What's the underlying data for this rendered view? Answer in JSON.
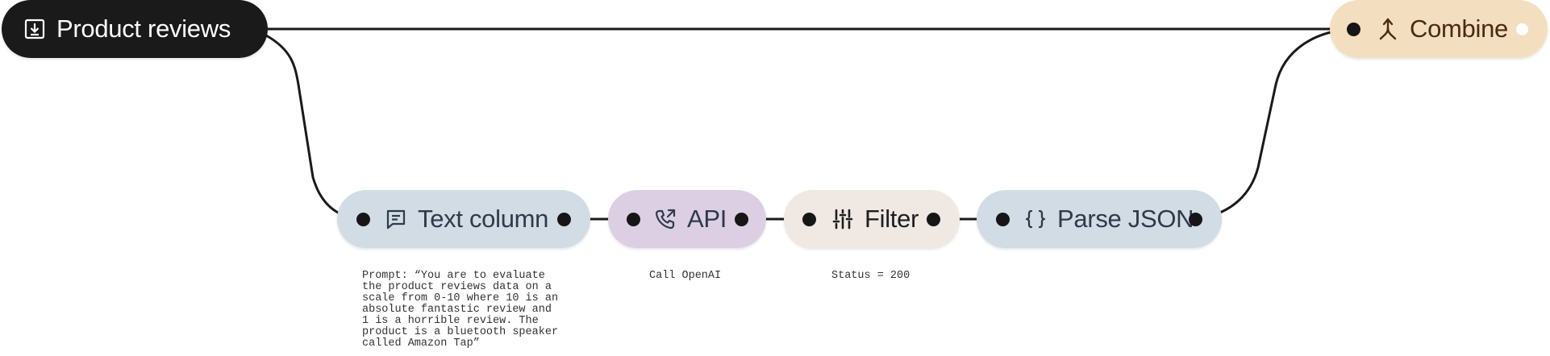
{
  "nodes": {
    "product_reviews": {
      "label": "Product reviews",
      "icon": "download-icon"
    },
    "combine": {
      "label": "Combine",
      "icon": "merge-icon"
    },
    "text_column": {
      "label": "Text column",
      "icon": "message-square-icon",
      "note": "Prompt: “You are to evaluate\nthe product reviews data on a\nscale from 0-10 where 10 is an\nabsolute fantastic review and\n1 is a horrible review. The\nproduct is a bluetooth speaker\ncalled Amazon Tap”"
    },
    "api": {
      "label": "API",
      "icon": "phone-outgoing-icon",
      "note": "Call OpenAI"
    },
    "filter": {
      "label": "Filter",
      "icon": "sliders-icon",
      "note": "Status = 200"
    },
    "parse_json": {
      "label": "Parse JSON",
      "icon": "braces-icon"
    }
  },
  "colors": {
    "product_reviews_bg": "#1a1a1a",
    "product_reviews_text": "#ffffff",
    "combine_bg": "#f3dfbf",
    "combine_text": "#4a2a14",
    "text_column_bg": "#d1dce4",
    "api_bg": "#dccfe4",
    "filter_bg": "#efe8e3",
    "parse_json_bg": "#d1dce4",
    "node_text": "#2f3a4a",
    "edge": "#1a1a1a"
  }
}
